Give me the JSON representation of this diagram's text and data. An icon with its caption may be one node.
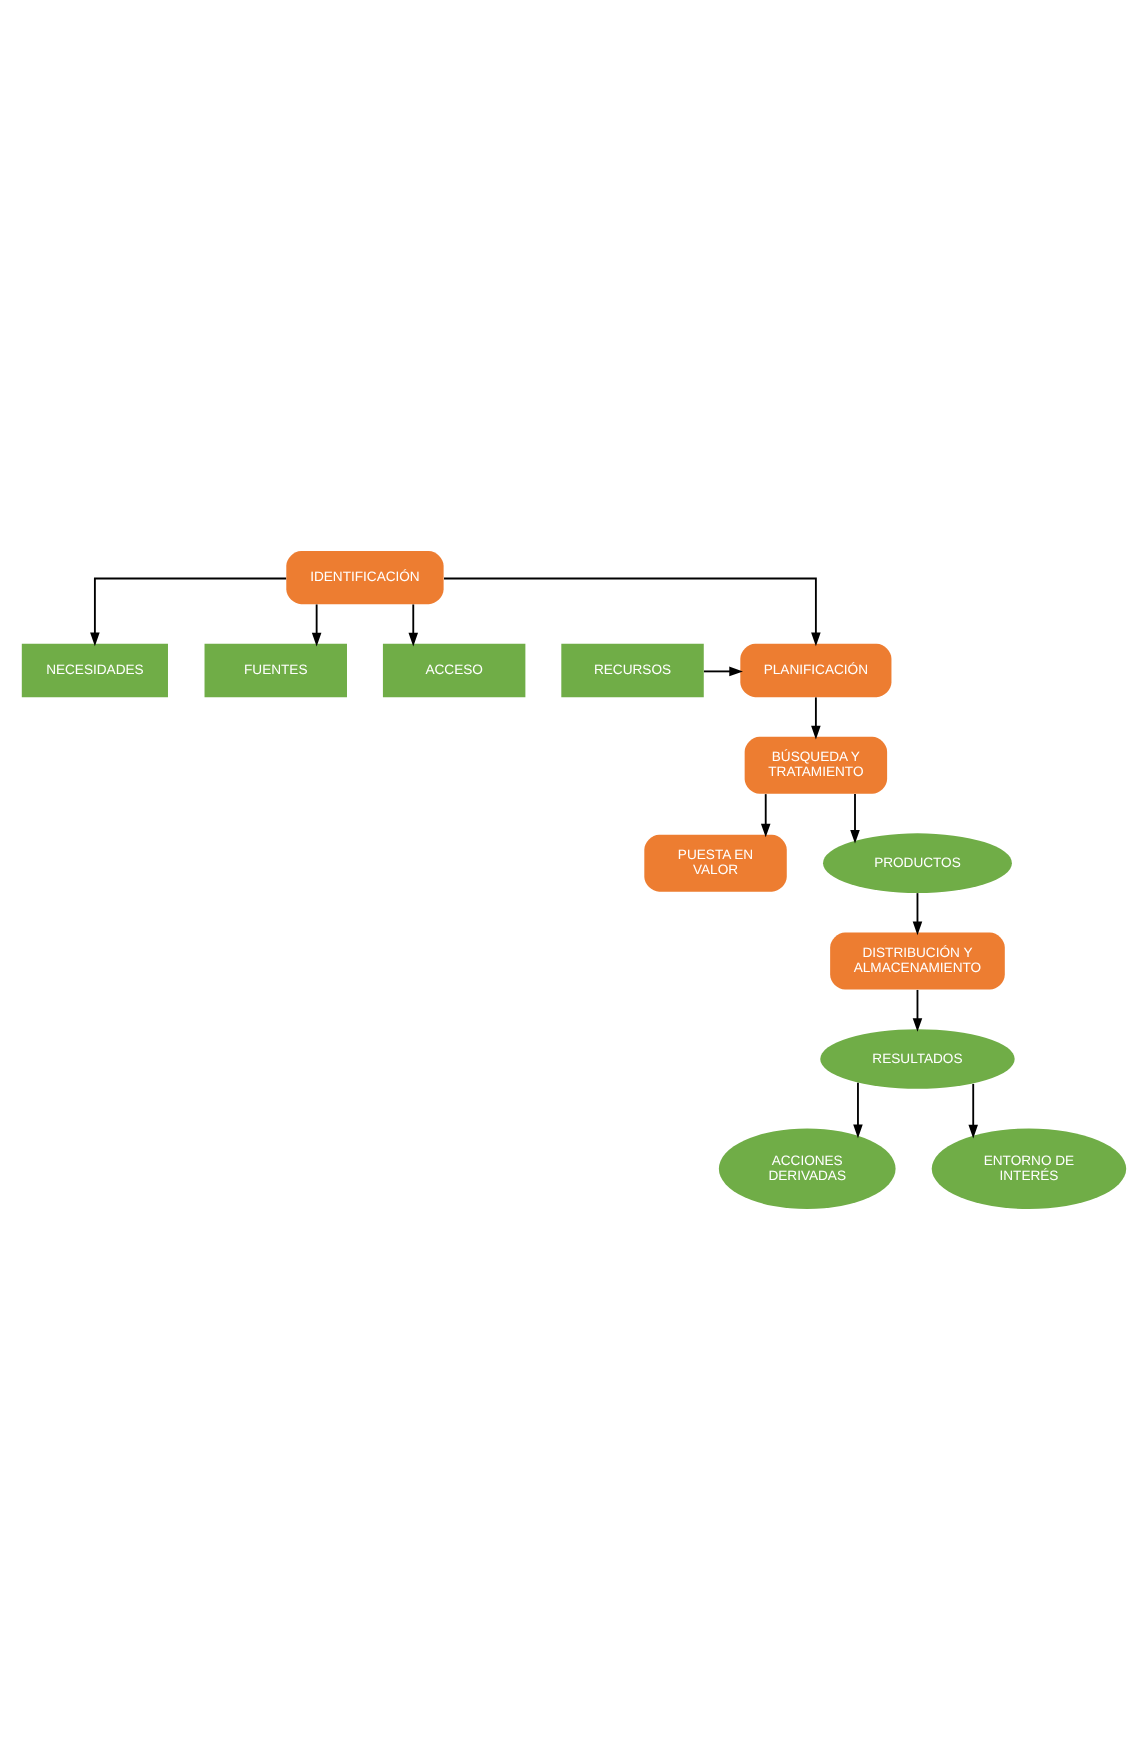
{
  "diagram": {
    "nodes": [
      {
        "text": [
          "NECESIDADES"
        ]
      },
      {
        "text": [
          "IDENTIFICACIÓN"
        ]
      },
      {
        "text": [
          "FUENTES"
        ]
      },
      {
        "text": [
          "ACCESO"
        ]
      },
      {
        "text": [
          "RECURSOS"
        ]
      },
      {
        "text": [
          "PLANIFICACIÓN"
        ]
      },
      {
        "text": [
          "BÚSQUEDA Y TRATAMIENTO"
        ]
      },
      {
        "text": [
          "PUESTA EN VALOR"
        ]
      },
      {
        "text": [
          "PRODUCTOS"
        ]
      },
      {
        "text": [
          "DISTRIBUCIÓN Y ALMACENAMIENTO"
        ]
      },
      {
        "text": [
          "ACCIONES DERIVADAS"
        ]
      },
      {
        "text": [
          "RESULTADOS"
        ]
      },
      {
        "text": [
          "ENTORNO DE INTERÉS"
        ]
      }
    ],
    "edges": [
      {
        "from": 1,
        "to": 0,
        "arrow": "to"
      },
      {
        "from": 1,
        "to": 2,
        "arrow": "to"
      },
      {
        "from": 1,
        "to": 3,
        "arrow": "to"
      },
      {
        "from": 1,
        "to": 5,
        "arrow": "to"
      },
      {
        "from": 4,
        "to": 5,
        "arrow": "to"
      },
      {
        "from": 5,
        "to": 6,
        "arrow": "to"
      },
      {
        "from": 6,
        "to": 7,
        "arrow": "to"
      },
      {
        "from": 6,
        "to": 8,
        "arrow": "to"
      },
      {
        "from": 8,
        "to": 9,
        "arrow": "to"
      },
      {
        "from": 9,
        "to": 11,
        "arrow": "to"
      },
      {
        "from": 11,
        "to": 10,
        "arrow": "to"
      },
      {
        "from": 11,
        "to": 12,
        "arrow": "to"
      }
    ]
  }
}
